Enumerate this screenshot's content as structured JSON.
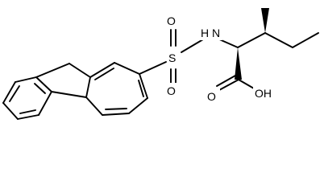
{
  "molecule": {
    "atoms": {
      "sulfonyl_sulfur": "S",
      "sulfonyl_oxygen_top": "O",
      "sulfonyl_oxygen_bottom": "O",
      "amide_nitrogen": "H N",
      "hydroxyl": "OH",
      "carbonyl_oxygen": "O"
    }
  }
}
